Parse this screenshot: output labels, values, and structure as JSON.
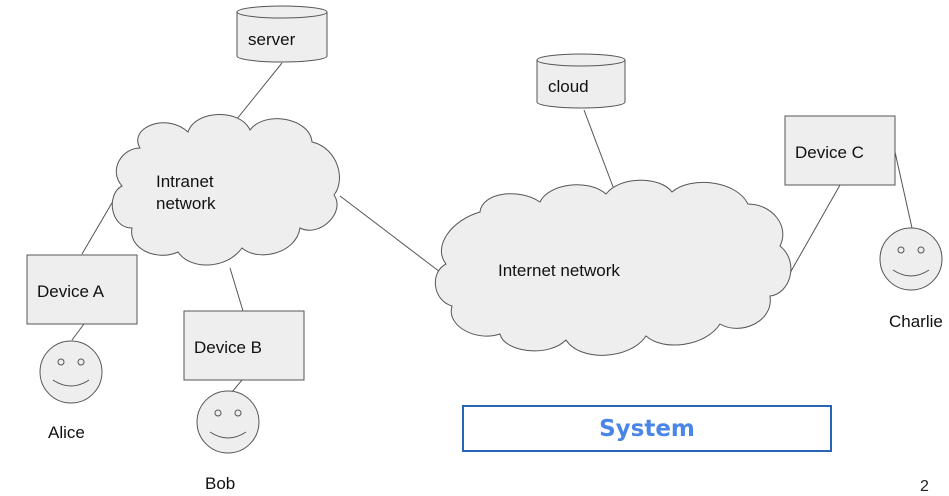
{
  "nodes": {
    "server": "server",
    "cloud": "cloud",
    "intranet": [
      "Intranet",
      "network"
    ],
    "internet": "Internet network",
    "device_a": "Device A",
    "device_b": "Device B",
    "device_c": "Device C",
    "alice": "Alice",
    "bob": "Bob",
    "charlie": "Charlie"
  },
  "system_label": "System",
  "page_number": "2",
  "colors": {
    "stroke": "#555555",
    "box_fill": "#eeeeee",
    "system_border": "#2a64b5",
    "system_text": "#4a86e8"
  }
}
